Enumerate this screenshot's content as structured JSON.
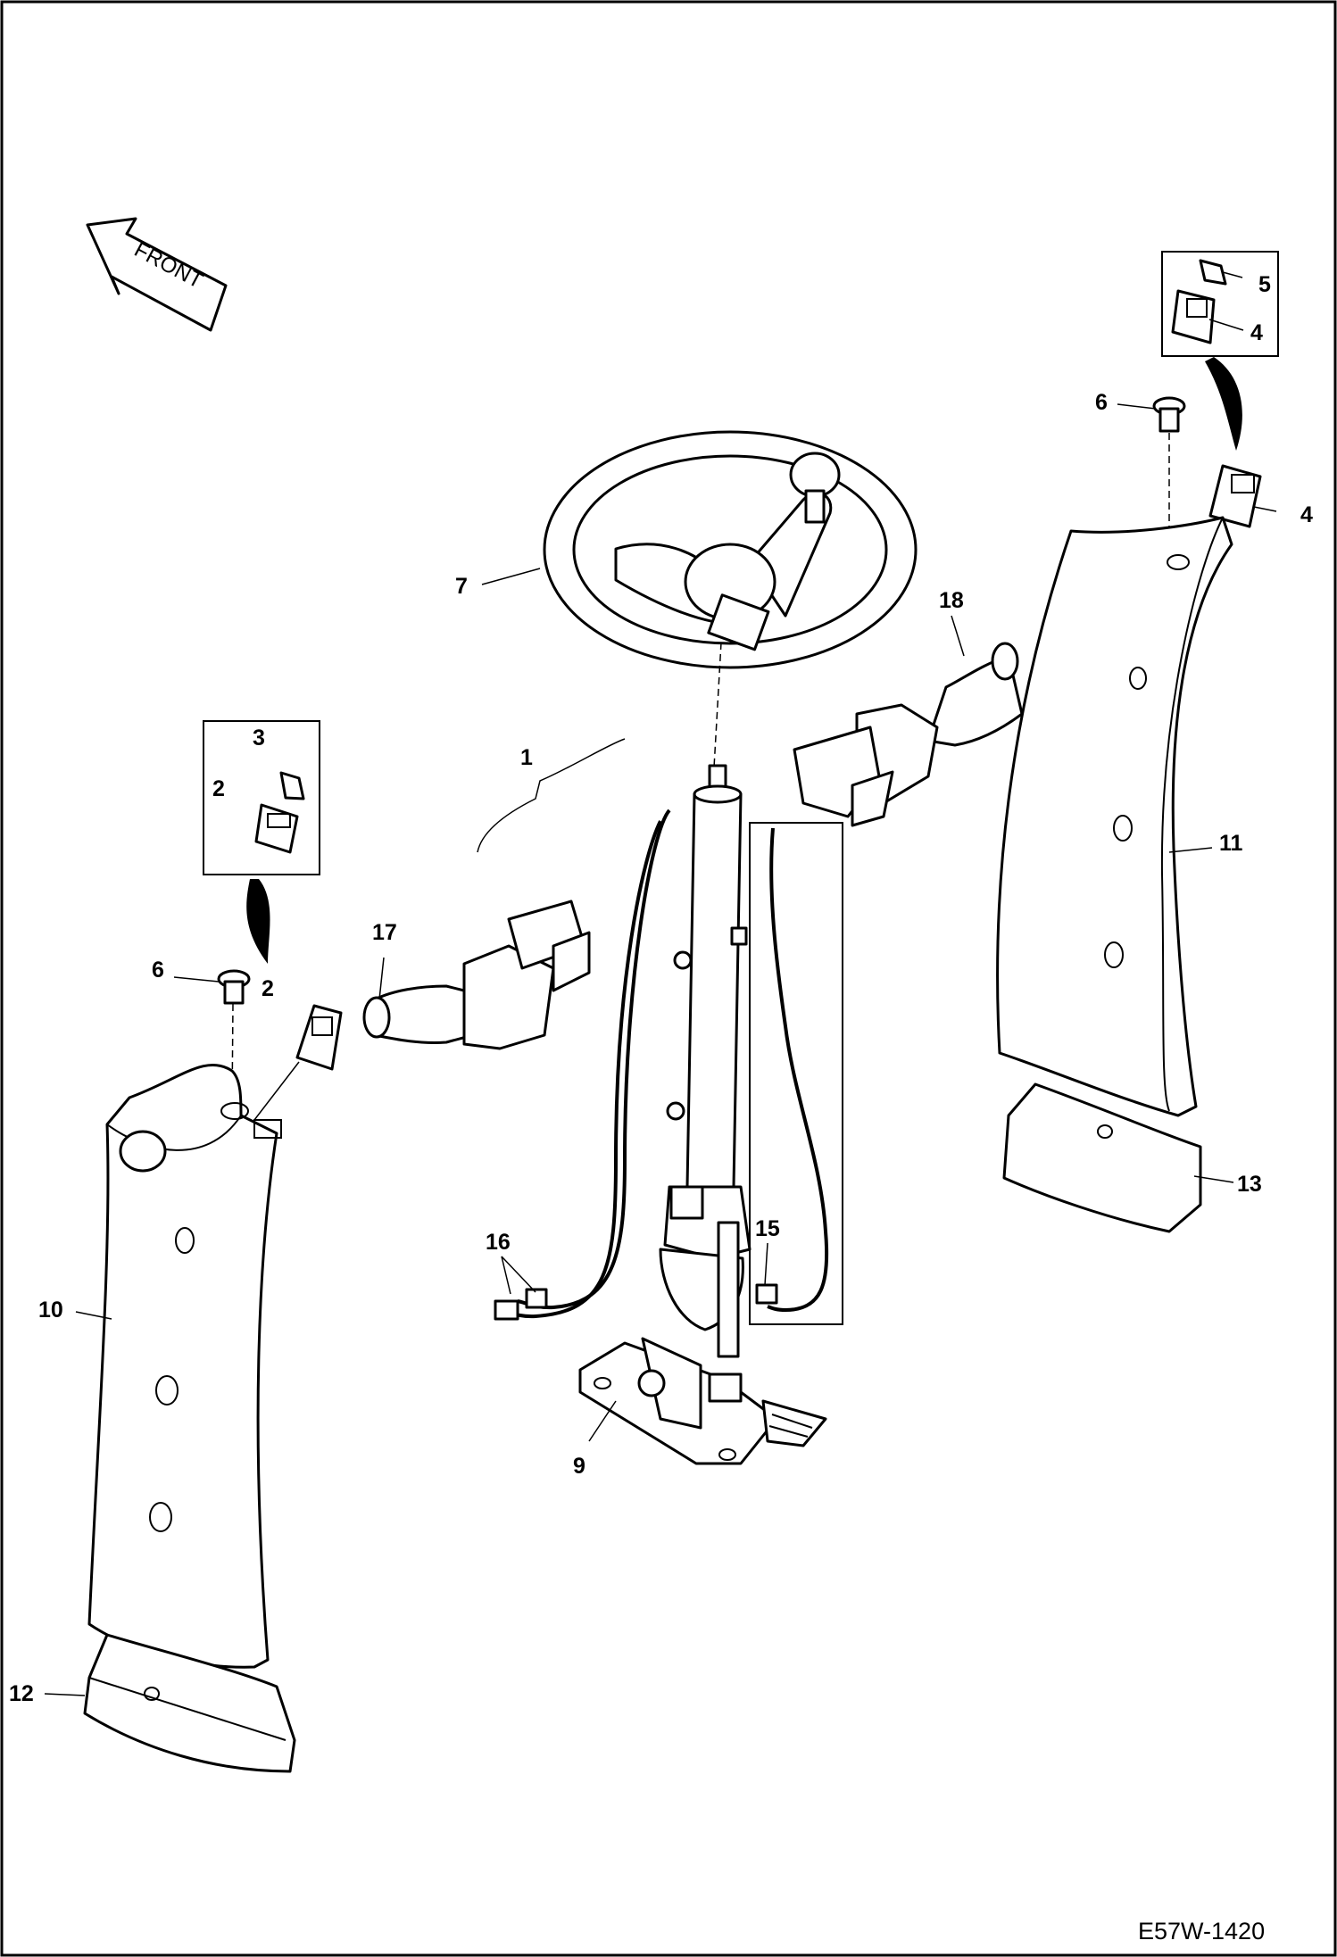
{
  "diagram": {
    "front_label": "FRONT",
    "drawing_code": "E57W-1420",
    "callouts": {
      "c1": "1",
      "c2a": "2",
      "c2b": "2",
      "c3": "3",
      "c4a": "4",
      "c4b": "4",
      "c5": "5",
      "c6a": "6",
      "c6b": "6",
      "c7": "7",
      "c9": "9",
      "c10": "10",
      "c11": "11",
      "c12": "12",
      "c13": "13",
      "c15": "15",
      "c16": "16",
      "c17": "17",
      "c18": "18"
    }
  }
}
